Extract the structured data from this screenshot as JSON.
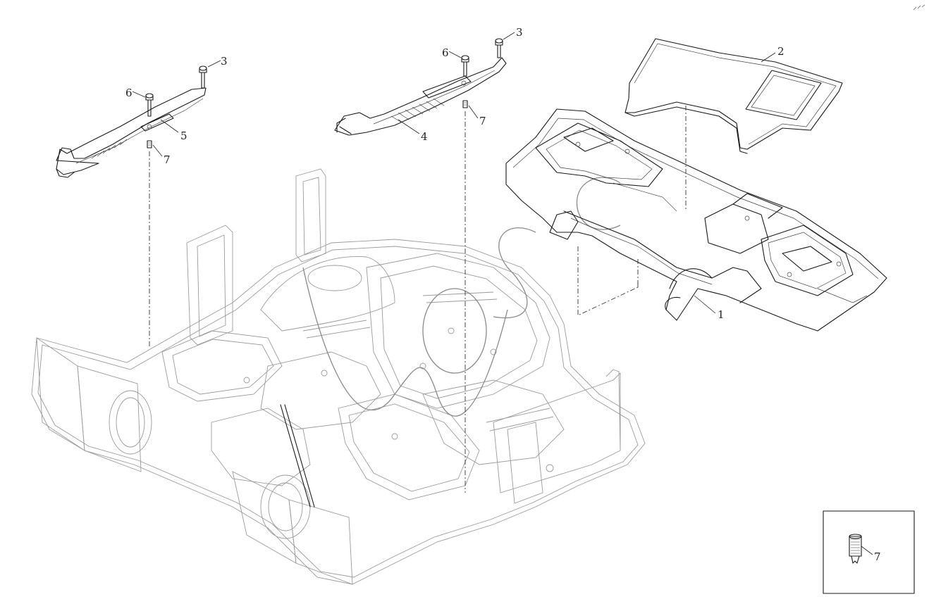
{
  "callouts": {
    "c1": "1",
    "c2": "2",
    "c3a": "3",
    "c3b": "3",
    "c4": "4",
    "c5": "5",
    "c6a": "6",
    "c6b": "6",
    "c7a": "7",
    "c7b": "7",
    "c7c": "7"
  },
  "colors": {
    "line": "#1a1a1a",
    "gray": "#9a9a9a",
    "background": "#ffffff"
  }
}
